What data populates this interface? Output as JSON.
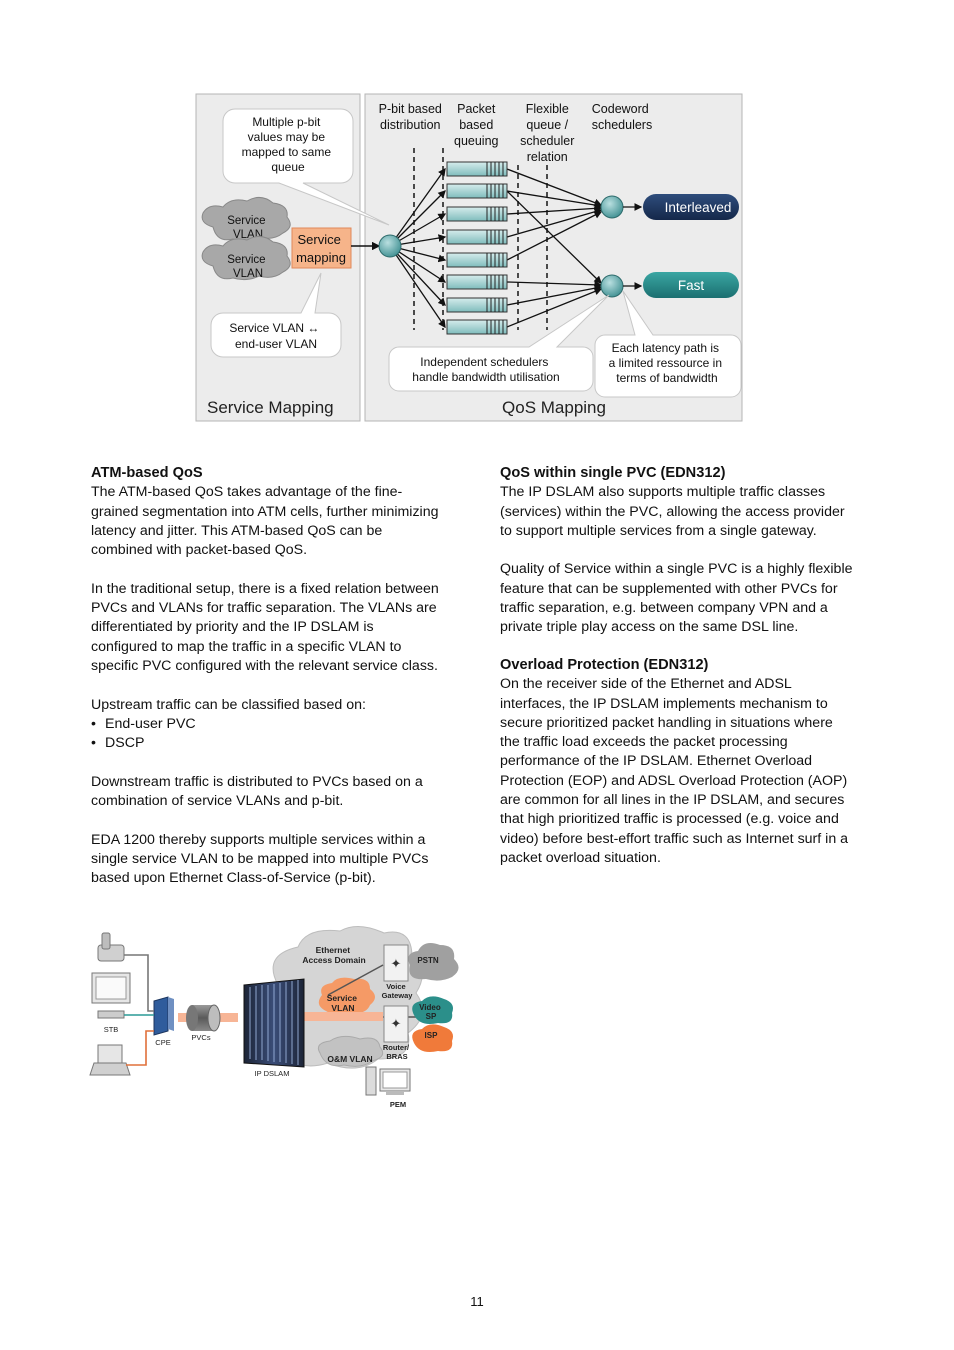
{
  "qos_figure": {
    "service_panel": {
      "title": "Service Mapping",
      "bubble_pbit": [
        "Multiple p-bit",
        "values may be",
        "mapped to same",
        "queue"
      ],
      "vlan1": [
        "Service",
        "VLAN"
      ],
      "vlan2": [
        "Service",
        "VLAN"
      ],
      "mapping_box": [
        "Service",
        "mapping"
      ],
      "bubble_vlan": [
        "Service VLAN ↔",
        "end-user VLAN"
      ]
    },
    "qos_panel": {
      "title": "QoS Mapping",
      "col1": [
        "P-bit based",
        "distribution"
      ],
      "col2": [
        "Packet",
        "based",
        "queuing"
      ],
      "col3": [
        "Flexible",
        "queue /",
        "scheduler",
        "relation"
      ],
      "col4": [
        "Codeword",
        "schedulers"
      ],
      "interleaved": "Interleaved",
      "fast": "Fast",
      "bubble_sched": [
        "Independent schedulers",
        "handle bandwidth utilisation"
      ],
      "bubble_latency": [
        "Each latency path is",
        "a limited ressource in",
        "terms of bandwidth"
      ]
    }
  },
  "left_column": {
    "h1": "ATM-based QoS",
    "p1": [
      "The ATM-based QoS takes advantage of the fine-",
      "grained segmentation into ATM cells, further minimizing",
      "latency and jitter. This ATM-based QoS can be",
      "combined with packet-based QoS."
    ],
    "p2": [
      "In the traditional setup, there is a fixed relation between",
      "PVCs and VLANs for traffic separation. The VLANs are",
      "differentiated by priority and the IP DSLAM is",
      "configured to map the traffic in a specific VLAN to",
      "specific PVC configured with the relevant service class."
    ],
    "p3": "Upstream traffic can be classified based on:",
    "bullets": [
      "End-user PVC",
      "DSCP"
    ],
    "p4": [
      "Downstream traffic is distributed to PVCs based on a",
      "combination of service VLANs and p-bit."
    ],
    "p5": [
      "EDA 1200 thereby supports multiple services within a",
      "single service VLAN to be mapped into multiple PVCs",
      "based upon Ethernet Class-of-Service (p-bit)."
    ]
  },
  "right_column": {
    "h1": "QoS within single PVC (EDN312)",
    "p1": [
      "The IP DSLAM also supports multiple traffic classes",
      "(services) within the PVC, allowing the access provider",
      "to support multiple services from a single gateway."
    ],
    "p2": [
      "Quality of Service within a single PVC is a highly flexible",
      "feature that can be supplemented with other PVCs for",
      "traffic separation, e.g. between company VPN and a",
      "private triple play access on the same DSL line."
    ],
    "h2": "Overload Protection (EDN312)",
    "p3": [
      "On the receiver side of the Ethernet and ADSL",
      "interfaces, the IP DSLAM implements mechanism to",
      "secure prioritized packet handling in situations where",
      "the traffic load exceeds the packet processing",
      "performance of the IP DSLAM. Ethernet Overload",
      "Protection (EOP) and ADSL Overload Protection (AOP)",
      "are common for all lines in the IP DSLAM, and secures",
      "that high prioritized traffic is processed (e.g. voice and",
      "video) before best-effort traffic such as Internet surf in a",
      "packet overload situation."
    ]
  },
  "network_figure": {
    "stb": "STB",
    "cpe": "CPE",
    "pvcs": "PVCs",
    "ip_dslam": "IP DSLAM",
    "ethernet_access_domain": [
      "Ethernet",
      "Access Domain"
    ],
    "service_vlan": [
      "Service",
      "VLAN"
    ],
    "om_vlan": "O&M  VLAN",
    "voice_gateway": [
      "Voice",
      "Gateway"
    ],
    "router_bras": [
      "Router/",
      "BRAS"
    ],
    "pstn": "PSTN",
    "video_sp": [
      "Video",
      "SP"
    ],
    "isp": "ISP",
    "pem": "PEM"
  },
  "page_number": "11"
}
